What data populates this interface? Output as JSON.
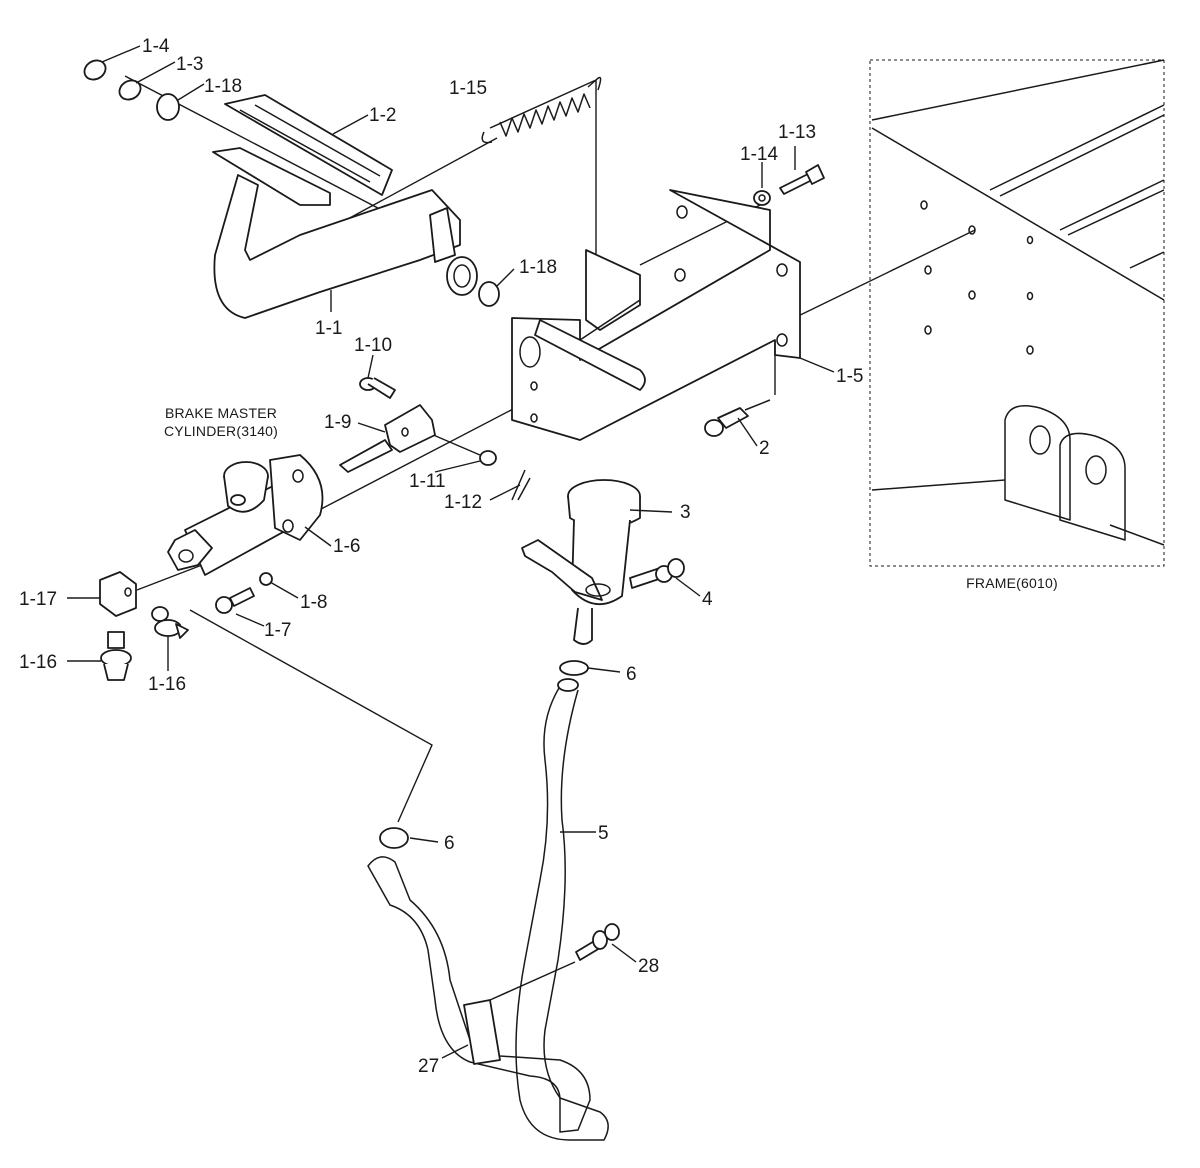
{
  "callouts": {
    "c1_4": "1-4",
    "c1_3": "1-3",
    "c1_18a": "1-18",
    "c1_2": "1-2",
    "c1_15": "1-15",
    "c1_13": "1-13",
    "c1_14": "1-14",
    "c1_18b": "1-18",
    "c1_1": "1-1",
    "c1_5": "1-5",
    "c1_10": "1-10",
    "c1_9": "1-9",
    "c2": "2",
    "c1_11": "1-11",
    "c1_12": "1-12",
    "c3": "3",
    "c1_6": "1-6",
    "c1_17": "1-17",
    "c1_8": "1-8",
    "c1_7": "1-7",
    "c4": "4",
    "c1_16a": "1-16",
    "c1_16b": "1-16",
    "c6a": "6",
    "c5": "5",
    "c6b": "6",
    "c28": "28",
    "c27": "27"
  },
  "captions": {
    "master_line1": "BRAKE MASTER",
    "master_line2": "CYLINDER(3140)",
    "frame": "FRAME(6010)"
  }
}
